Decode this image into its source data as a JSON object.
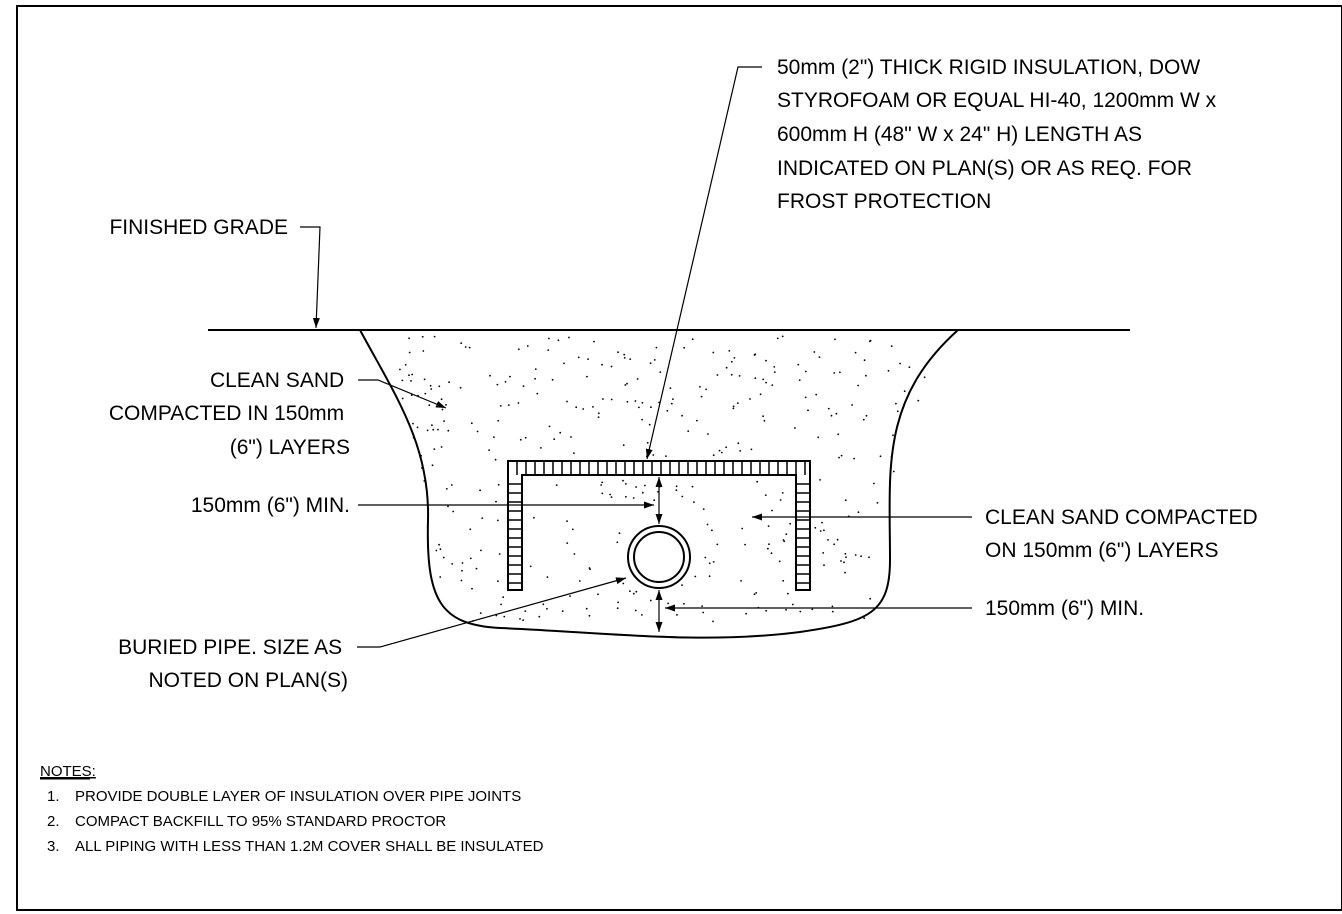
{
  "labels": {
    "insulation": [
      "50mm (2\") THICK RIGID INSULATION, DOW",
      "STYROFOAM OR EQUAL HI-40, 1200mm W x",
      "600mm H (48\" W x 24\" H) LENGTH AS",
      "INDICATED ON PLAN(S) OR AS REQ. FOR",
      "FROST PROTECTION"
    ],
    "finished_grade": "FINISHED GRADE",
    "clean_sand_left": [
      "CLEAN SAND",
      "COMPACTED IN 150mm",
      "(6\") LAYERS"
    ],
    "min_top": "150mm (6\") MIN.",
    "clean_sand_right": [
      "CLEAN SAND COMPACTED",
      "ON 150mm (6\") LAYERS"
    ],
    "min_bottom": "150mm (6\") MIN.",
    "buried_pipe": [
      "BURIED PIPE. SIZE AS",
      "NOTED ON PLAN(S)"
    ]
  },
  "notes": {
    "heading": "NOTES:",
    "items": [
      {
        "num": "1.",
        "text": "PROVIDE DOUBLE LAYER OF INSULATION OVER PIPE JOINTS"
      },
      {
        "num": "2.",
        "text": "COMPACT BACKFILL TO 95% STANDARD PROCTOR"
      },
      {
        "num": "3.",
        "text": "ALL PIPING WITH LESS THAN 1.2M COVER SHALL BE INSULATED"
      }
    ]
  }
}
